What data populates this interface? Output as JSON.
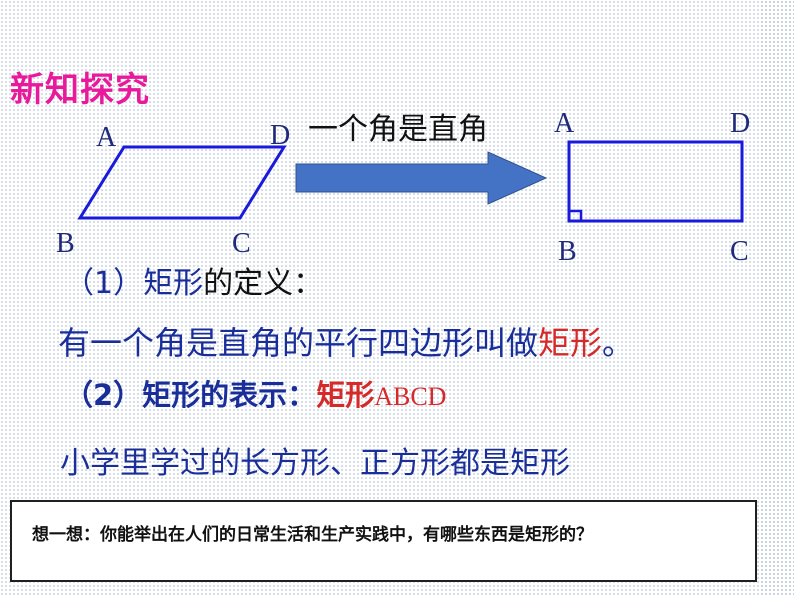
{
  "title": "新知探究",
  "labels_parallelogram": {
    "a": "A",
    "b": "B",
    "c": "C",
    "d": "D"
  },
  "labels_rectangle": {
    "a": "A",
    "b": "B",
    "c": "C",
    "d": "D"
  },
  "condition": "一个角是直角",
  "definition": {
    "heading_num": "（1）",
    "heading_blue": "矩形",
    "heading_black": "的定义：",
    "text_main": "有一个角是直角的平行四边形叫做",
    "text_red": "矩形",
    "text_end": "。"
  },
  "notation": {
    "heading": "（2）矩形的表示：",
    "red_prefix": "矩形",
    "red_letters": "ABCD"
  },
  "note": "小学里学过的长方形、正方形都是矩形",
  "question": "想一想：你能举出在人们的日常生活和生产实践中，有哪些东西是矩形的？",
  "colors": {
    "title": "#e8199b",
    "shape": "#1a1adc",
    "arrow": "#4472c4",
    "text": "#1a2e9a",
    "accent": "#d62a2a"
  }
}
